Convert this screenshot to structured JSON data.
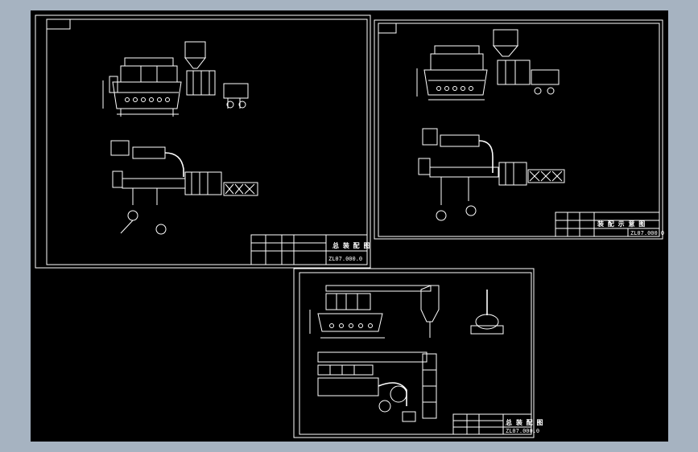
{
  "colors": {
    "background": "#a6b3c1",
    "canvas": "#000000",
    "lines": "#ffffff",
    "accent": "#00ffff"
  },
  "sheets": [
    {
      "title": "总 装 配 图",
      "number": "ZL07.000.0"
    },
    {
      "title": "装 配 示 意 图",
      "number": "ZL07.000.0"
    },
    {
      "title": "总 装 配 图",
      "number": "ZL07.000.0"
    }
  ]
}
